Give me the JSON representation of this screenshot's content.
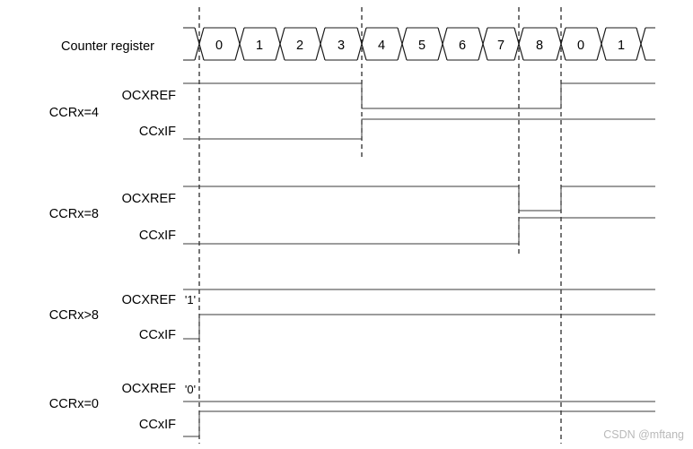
{
  "figure": {
    "title_label": "Counter register",
    "watermark": "CSDN @mftang"
  },
  "counter": {
    "label": "Counter register",
    "values": [
      "0",
      "1",
      "2",
      "3",
      "4",
      "5",
      "6",
      "7",
      "8",
      "0",
      "1"
    ],
    "period_values": [
      "0",
      "1",
      "2",
      "3",
      "4",
      "5",
      "6",
      "7",
      "8"
    ],
    "reload_value": "8"
  },
  "signals": {
    "ocxref_label": "OCXREF",
    "ccxif_label": "CCxIF"
  },
  "rows": [
    {
      "group_label": "CCRx=4",
      "ocxref_label": "OCXREF",
      "ccxif_label": "CCxIF",
      "ocxref_level_tag": "",
      "ocxref_description": "high from start, falls at count 4, rises again at counter reload to 0",
      "ccxif_description": "low, rises at count 4 and stays high"
    },
    {
      "group_label": "CCRx=8",
      "ocxref_label": "OCXREF",
      "ccxif_label": "CCxIF",
      "ocxref_level_tag": "",
      "ocxref_description": "high from start, falls at count 8, rises again at counter reload to 0",
      "ccxif_description": "low, rises at count 8 and stays high"
    },
    {
      "group_label": "CCRx>8",
      "ocxref_label": "OCXREF",
      "ccxif_label": "CCxIF",
      "ocxref_level_tag": "'1'",
      "ocxref_description": "stuck at logic 1 for the whole frame",
      "ccxif_description": "rises at counter start and stays high"
    },
    {
      "group_label": "CCRx=0",
      "ocxref_label": "OCXREF",
      "ccxif_label": "CCxIF",
      "ocxref_level_tag": "'0'",
      "ocxref_description": "stuck at logic 0 for the whole frame",
      "ccxif_description": "rises at counter start and stays high"
    }
  ],
  "colors": {
    "wire": "#3a3a3a",
    "outline": "#1a1a1a",
    "marker": "#2b2b2b",
    "watermark": "#b9b9b9",
    "background": "#ffffff"
  }
}
